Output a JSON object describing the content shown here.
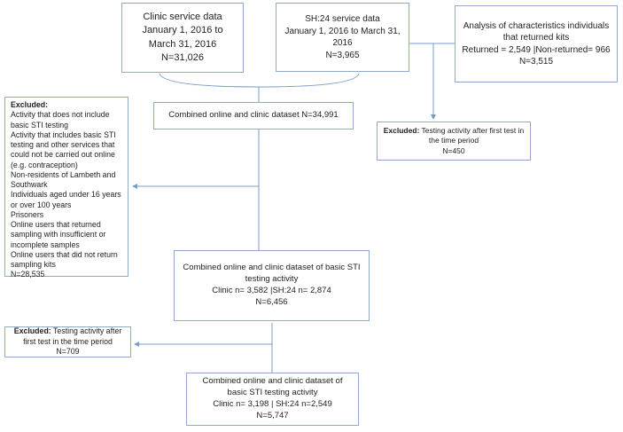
{
  "clinic": {
    "lines": [
      "Clinic service data",
      "January 1, 2016 to March 31, 2016",
      "N=31,026"
    ]
  },
  "sh24": {
    "lines": [
      "SH:24 service data",
      "January 1, 2016 to March 31, 2016",
      "N=3,965"
    ]
  },
  "analysis": {
    "lines": [
      "Analysis of characteristics individuals that returned kits",
      "Returned = 2,549 |Non-returned= 966",
      "N=3,515"
    ]
  },
  "combined1": {
    "text": "Combined online and clinic dataset N=34,991"
  },
  "excluded_right": {
    "label": "Excluded:",
    "text": " Testing activity after first test in the time period",
    "n": "N=450"
  },
  "excluded_left": {
    "label": "Excluded:",
    "items": [
      "Activity that does not include basic STI testing",
      "Activity that includes basic STI testing and other services that could not be carried out online (e.g. contraception)",
      "Non-residents of Lambeth and Southwark",
      "Individuals aged under 16 years or over 100 years",
      "Prisoners",
      "Online users that returned sampling with insufficient or incomplete samples",
      "Online users that did not return sampling kits",
      "N=28,535"
    ]
  },
  "combined2": {
    "lines": [
      "Combined online and clinic dataset of basic STI testing activity",
      "Clinic n= 3,582 |SH:24 n= 2,874",
      "N=6,456"
    ]
  },
  "excluded_left2": {
    "label": "Excluded:",
    "text": " Testing activity after first test in the time period N=709"
  },
  "combined3": {
    "lines": [
      "Combined online and clinic dataset of basic STI testing activity",
      "Clinic n= 3,198 | SH:24 n=2,549",
      "N=5,747"
    ]
  }
}
